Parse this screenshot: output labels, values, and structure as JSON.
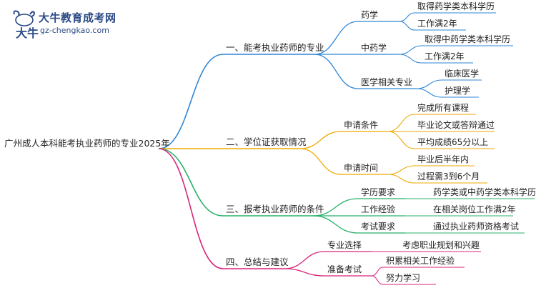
{
  "logo": {
    "title": "大牛教育成考网",
    "url": "gz-chengkao.com",
    "mark_text": "大牛"
  },
  "colors": {
    "branch1": "#2f86d6",
    "branch2": "#f0a800",
    "branch3": "#28b06a",
    "branch4": "#d8267a",
    "logo": "#2b4a86"
  },
  "root": "广州成人本科能考执业药师的专业2025年",
  "branches": [
    {
      "label": "一、能考执业药师的专业",
      "children": [
        {
          "label": "药学",
          "children": [
            "取得药学类本科学历",
            "工作满2年"
          ]
        },
        {
          "label": "中药学",
          "children": [
            "取得中药学类本科学历",
            "工作满2年"
          ]
        },
        {
          "label": "医学相关专业",
          "children": [
            "临床医学",
            "护理学"
          ]
        }
      ]
    },
    {
      "label": "二、学位证获取情况",
      "children": [
        {
          "label": "申请条件",
          "children": [
            "完成所有课程",
            "毕业论文或答辩通过",
            "平均成绩65分以上"
          ]
        },
        {
          "label": "申请时间",
          "children": [
            "毕业后半年内",
            "过程需3到6个月"
          ]
        }
      ]
    },
    {
      "label": "三、报考执业药师的条件",
      "children": [
        {
          "label": "学历要求",
          "children": [
            "药学类或中药学类本科学历"
          ]
        },
        {
          "label": "工作经验",
          "children": [
            "在相关岗位工作满2年"
          ]
        },
        {
          "label": "考试要求",
          "children": [
            "通过执业药师资格考试"
          ]
        }
      ]
    },
    {
      "label": "四、总结与建议",
      "children": [
        {
          "label": "专业选择",
          "children": [
            "考虑职业规划和兴趣"
          ]
        },
        {
          "label": "准备考试",
          "children": [
            "积累相关工作经验",
            "努力学习"
          ]
        }
      ]
    }
  ]
}
